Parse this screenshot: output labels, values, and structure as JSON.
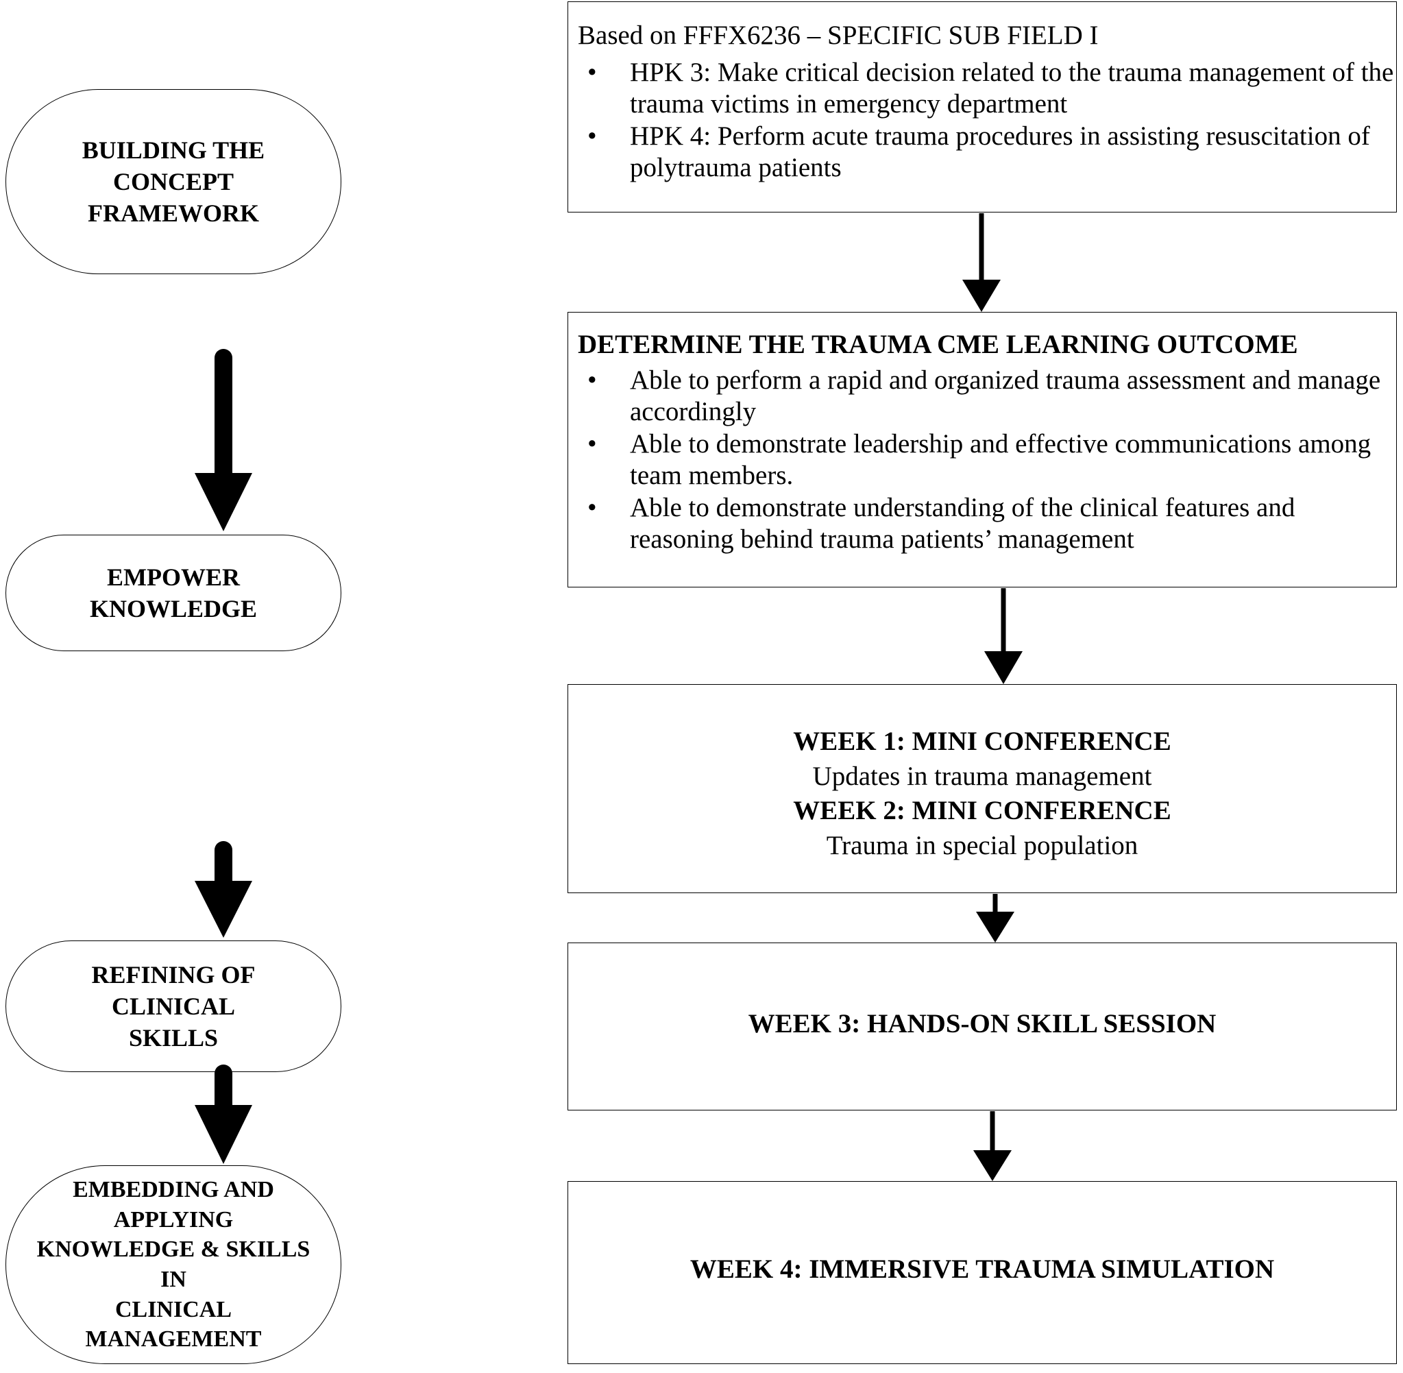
{
  "diagram": {
    "title": "Trauma CME concept framework flowchart",
    "stroke_color": "#000000",
    "background_color": "#ffffff"
  },
  "left_column": {
    "stages": [
      {
        "id": "building-the-concept-framework",
        "label": "BUILDING THE CONCEPT\nFRAMEWORK"
      },
      {
        "id": "empower-knowledge",
        "label": "EMPOWER KNOWLEDGE"
      },
      {
        "id": "refining-of-clinical-skills",
        "label": "REFINING OF CLINICAL\nSKILLS"
      },
      {
        "id": "embedding-and-applying",
        "label": "EMBEDDING AND APPLYING\nKNOWLEDGE & SKILLS IN\nCLINICAL MANAGEMENT"
      }
    ]
  },
  "right_column": {
    "basis_box": {
      "lead": "Based on FFFX6236 – SPECIFIC SUB FIELD I",
      "bullets": [
        "HPK 3: Make critical decision related to the trauma management of the trauma victims in emergency department",
        "HPK 4: Perform acute trauma procedures in assisting resuscitation of polytrauma patients"
      ]
    },
    "outcome_box": {
      "heading": "DETERMINE THE TRAUMA CME LEARNING OUTCOME",
      "bullets": [
        "Able to perform a rapid and organized trauma assessment and manage accordingly",
        "Able to demonstrate leadership and effective communications among team members.",
        "Able to demonstrate understanding of the clinical features and reasoning behind trauma patients’ management"
      ]
    },
    "week12_box": {
      "lines": [
        {
          "text": "WEEK 1: MINI CONFERENCE",
          "bold": true
        },
        {
          "text": "Updates in trauma management",
          "bold": false
        },
        {
          "text": "WEEK 2: MINI CONFERENCE",
          "bold": true
        },
        {
          "text": "Trauma in special population",
          "bold": false
        }
      ]
    },
    "week3_box": {
      "title": "WEEK 3: HANDS-ON SKILL SESSION"
    },
    "week4_box": {
      "title": "WEEK 4: IMMERSIVE TRAUMA SIMULATION"
    }
  },
  "connectors": {
    "left_arrow_count": 3,
    "right_arrow_count": 4,
    "style": "solid-filled-arrowhead"
  }
}
